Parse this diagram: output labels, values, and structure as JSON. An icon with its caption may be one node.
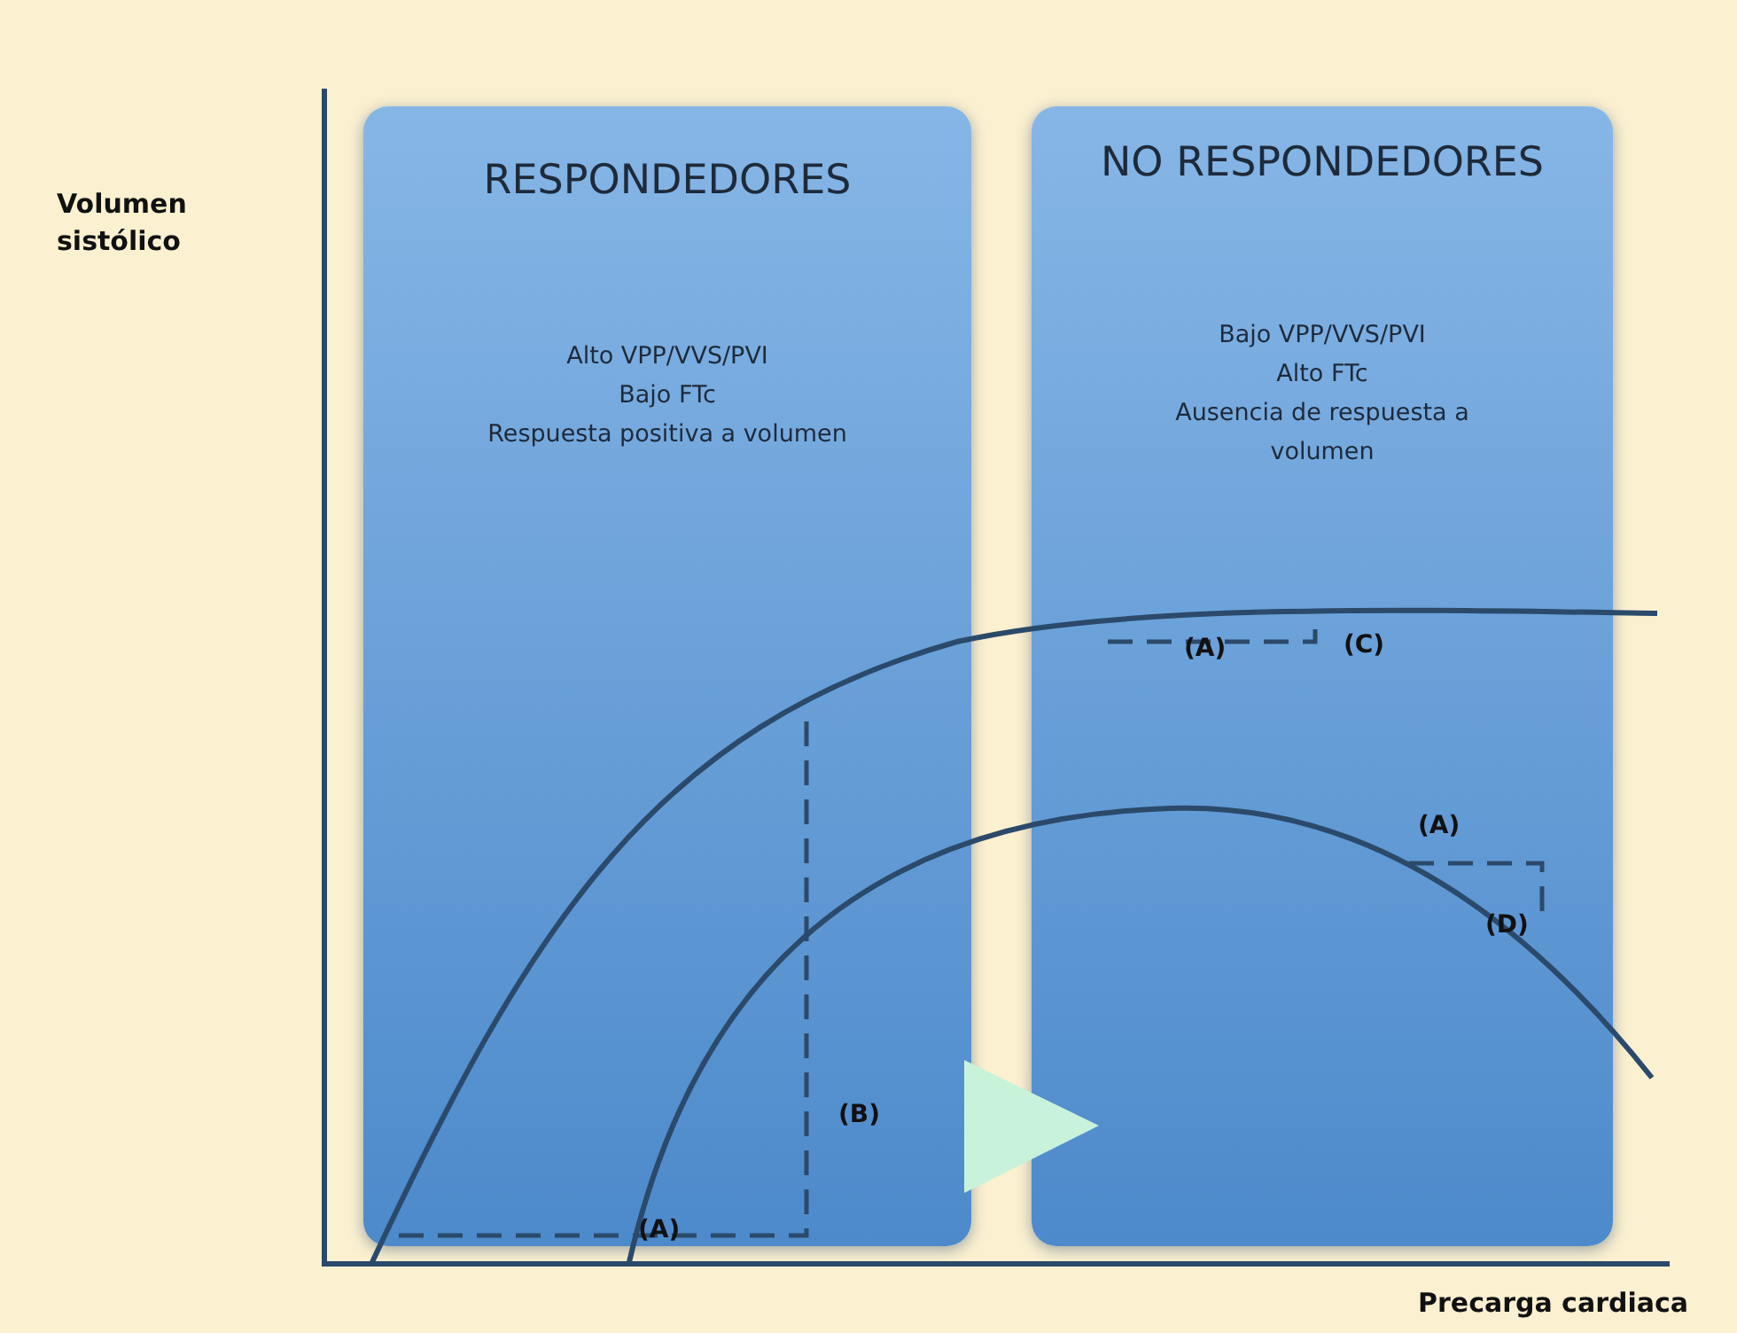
{
  "diagram": {
    "nodes": [
      {
        "text": [
          "RESPONDEDORES",
          "Alto VPP/VVS/PVI",
          "Bajo FTc",
          "Respuesta positiva a volumen"
        ]
      },
      {
        "text": [
          "NO RESPONDEDORES",
          "Bajo VPP/VVS/PVI",
          "Alto FTc",
          "Ausencia de respuesta a volumen"
        ]
      }
    ],
    "edges": [
      {
        "from": 0,
        "to": 1,
        "arrow": "to",
        "color": "#c8f2d9"
      }
    ],
    "labels": [
      "Volumen sistólico",
      "(C)",
      "(A)",
      "(A)",
      "(D)",
      "(B)",
      "(A)",
      "Precarga cardiaca"
    ]
  }
}
